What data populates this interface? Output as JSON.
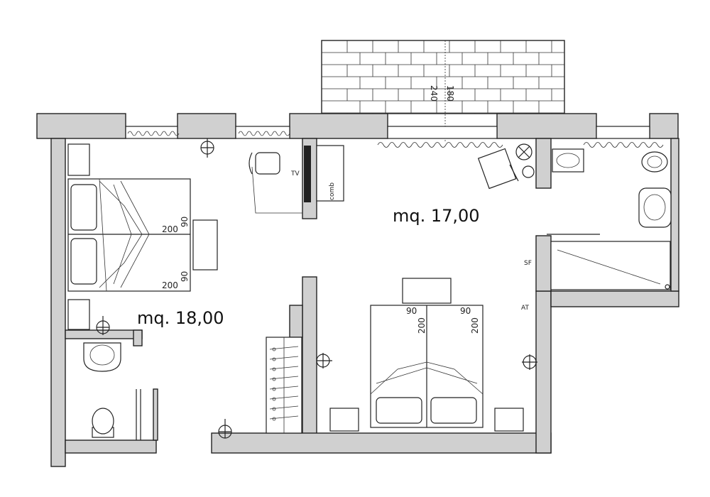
{
  "rooms": {
    "room_left_area": "mq. 18,00",
    "room_right_area": "mq. 17,00"
  },
  "bed_left": {
    "top_width": "90",
    "top_length": "200",
    "bottom_width": "90",
    "bottom_length": "200"
  },
  "bed_right": {
    "left_width": "90",
    "left_length": "200",
    "right_width": "90",
    "right_length": "200"
  },
  "terrace": {
    "dim_a": "180",
    "dim_b": "240"
  },
  "labels": {
    "tv": "TV",
    "comb": "comb",
    "sf": "SF",
    "at": "AT"
  }
}
